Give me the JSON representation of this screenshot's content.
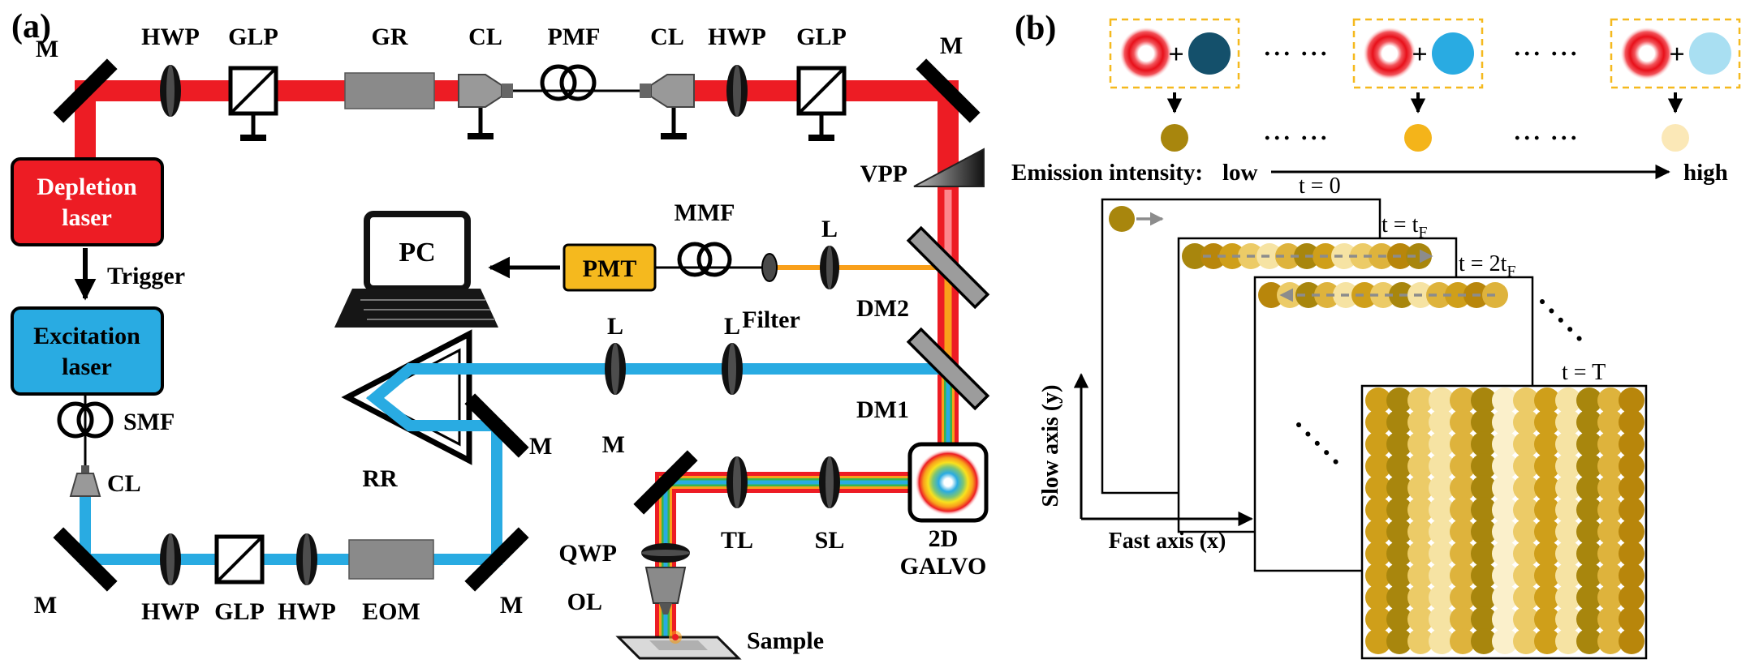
{
  "panel_a": {
    "tag": "(a)",
    "beam_colors": {
      "depletion": "#ed1c24",
      "depletion_core": "#ff9aa0",
      "excitation": "#29abe2",
      "fluorescence": "#f9a01b",
      "overlap_green": "#39b54a"
    },
    "boxes": {
      "depletion_laser": {
        "line1": "Depletion",
        "line2": "laser",
        "fill": "#ed1c24"
      },
      "excitation_laser": {
        "line1": "Excitation",
        "line2": "laser",
        "fill": "#29abe2"
      },
      "pmt": {
        "label": "PMT",
        "fill": "#f5b91e"
      },
      "pc": {
        "label": "PC"
      }
    },
    "labels": {
      "m_top_left": "M",
      "hwp_top_1": "HWP",
      "glp_top_1": "GLP",
      "gr": "GR",
      "cl_top_1": "CL",
      "pmf": "PMF",
      "cl_top_2": "CL",
      "hwp_top_2": "HWP",
      "glp_top_2": "GLP",
      "m_top_right": "M",
      "vpp": "VPP",
      "trigger": "Trigger",
      "smf": "SMF",
      "cl_left": "CL",
      "m_bottom_left": "M",
      "hwp_bottom_1": "HWP",
      "glp_bottom": "GLP",
      "hwp_bottom_2": "HWP",
      "eom": "EOM",
      "m_eom": "M",
      "rr": "RR",
      "m_rr": "M",
      "l_1": "L",
      "l_2": "L",
      "l_det": "L",
      "mmf": "MMF",
      "filter": "Filter",
      "dm2": "DM2",
      "dm1": "DM1",
      "m_periscope": "M",
      "qwp": "QWP",
      "ol": "OL",
      "sample": "Sample",
      "tl": "TL",
      "sl": "SL",
      "galvo_line1": "2D",
      "galvo_line2": "GALVO"
    }
  },
  "panel_b": {
    "tag": "(b)",
    "plus": "+",
    "ellipsis": "··· ···",
    "bead_colors": [
      "#14506b",
      "#29abe2",
      "#a9dff2"
    ],
    "donut_color": "#e8101a",
    "dashed_box_color": "#f5b91e",
    "emission_dot_colors": [
      "#a8860d",
      "#f4b41a",
      "#fbe8b7"
    ],
    "emission_row": {
      "label": "Emission intensity:",
      "low": "low",
      "high": "high"
    },
    "time_labels": [
      {
        "text": "t = 0",
        "sub": ""
      },
      {
        "text": "t = t",
        "sub": "F"
      },
      {
        "text": "t = 2t",
        "sub": "F"
      },
      {
        "text": "t = T",
        "sub": ""
      }
    ],
    "axes": {
      "slow": "Slow axis (y)",
      "fast": "Fast axis (x)"
    },
    "scan": {
      "dot_radius": 16,
      "row_t0_colors": [
        "#a8860d"
      ],
      "row_tf_colors": [
        "#a8860d",
        "#b8860b",
        "#cf9f1a",
        "#eccb67",
        "#f6e3a3",
        "#deb33c",
        "#a8860d",
        "#cf9f1a",
        "#f6e3a3",
        "#eccb67",
        "#deb33c",
        "#b8860b",
        "#a8860d"
      ],
      "row_2tf_colors": [
        "#b8860b",
        "#eccb67",
        "#a8860d",
        "#deb33c",
        "#f6e3a3",
        "#cf9f1a",
        "#eccb67",
        "#a8860d",
        "#f6e3a3",
        "#deb33c",
        "#cf9f1a",
        "#b8860b",
        "#deb33c"
      ],
      "grid_col_colors": [
        "#cf9f1a",
        "#a8860d",
        "#eccb67",
        "#f6e3a3",
        "#deb33c",
        "#a8860d",
        "#fbf0cb",
        "#eccb67",
        "#cf9f1a",
        "#f6e3a3",
        "#a8860d",
        "#deb33c",
        "#b8860b"
      ],
      "grid_rows": 12
    }
  }
}
